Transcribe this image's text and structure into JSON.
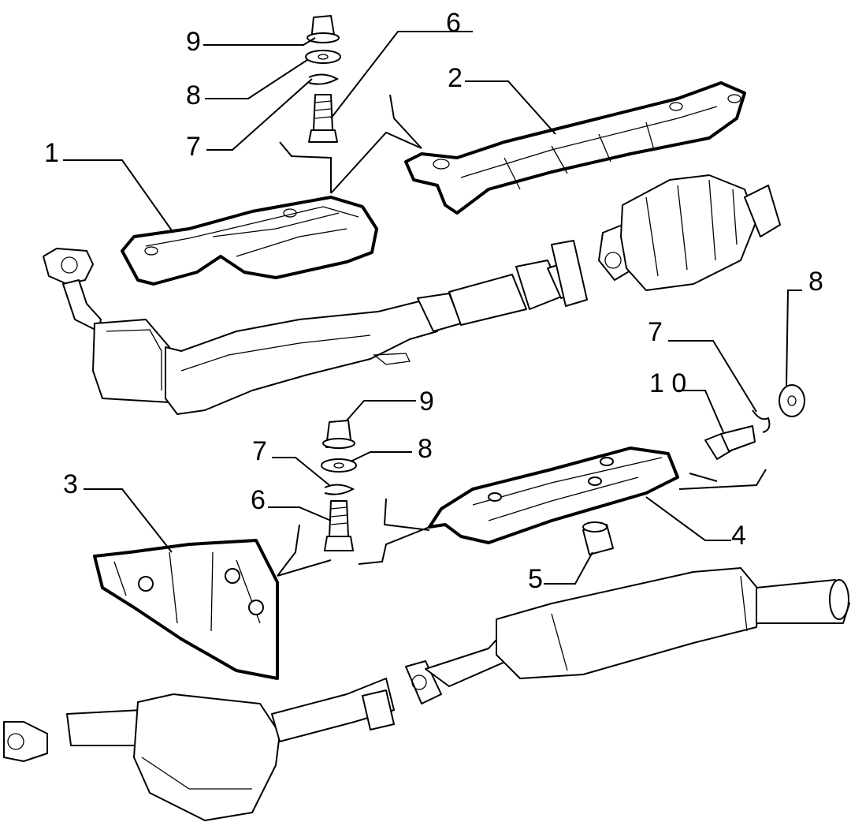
{
  "diagram": {
    "callouts": [
      {
        "id": "c9a",
        "label": "9"
      },
      {
        "id": "c8a",
        "label": "8"
      },
      {
        "id": "c7a",
        "label": "7"
      },
      {
        "id": "c6a",
        "label": "6"
      },
      {
        "id": "c2",
        "label": "2"
      },
      {
        "id": "c1",
        "label": "1"
      },
      {
        "id": "c8b",
        "label": "8"
      },
      {
        "id": "c7b",
        "label": "7"
      },
      {
        "id": "c10",
        "label": "1 0"
      },
      {
        "id": "c9b",
        "label": "9"
      },
      {
        "id": "c8c",
        "label": "8"
      },
      {
        "id": "c7c",
        "label": "7"
      },
      {
        "id": "c6b",
        "label": "6"
      },
      {
        "id": "c3",
        "label": "3"
      },
      {
        "id": "c4",
        "label": "4"
      },
      {
        "id": "c5",
        "label": "5"
      }
    ]
  }
}
